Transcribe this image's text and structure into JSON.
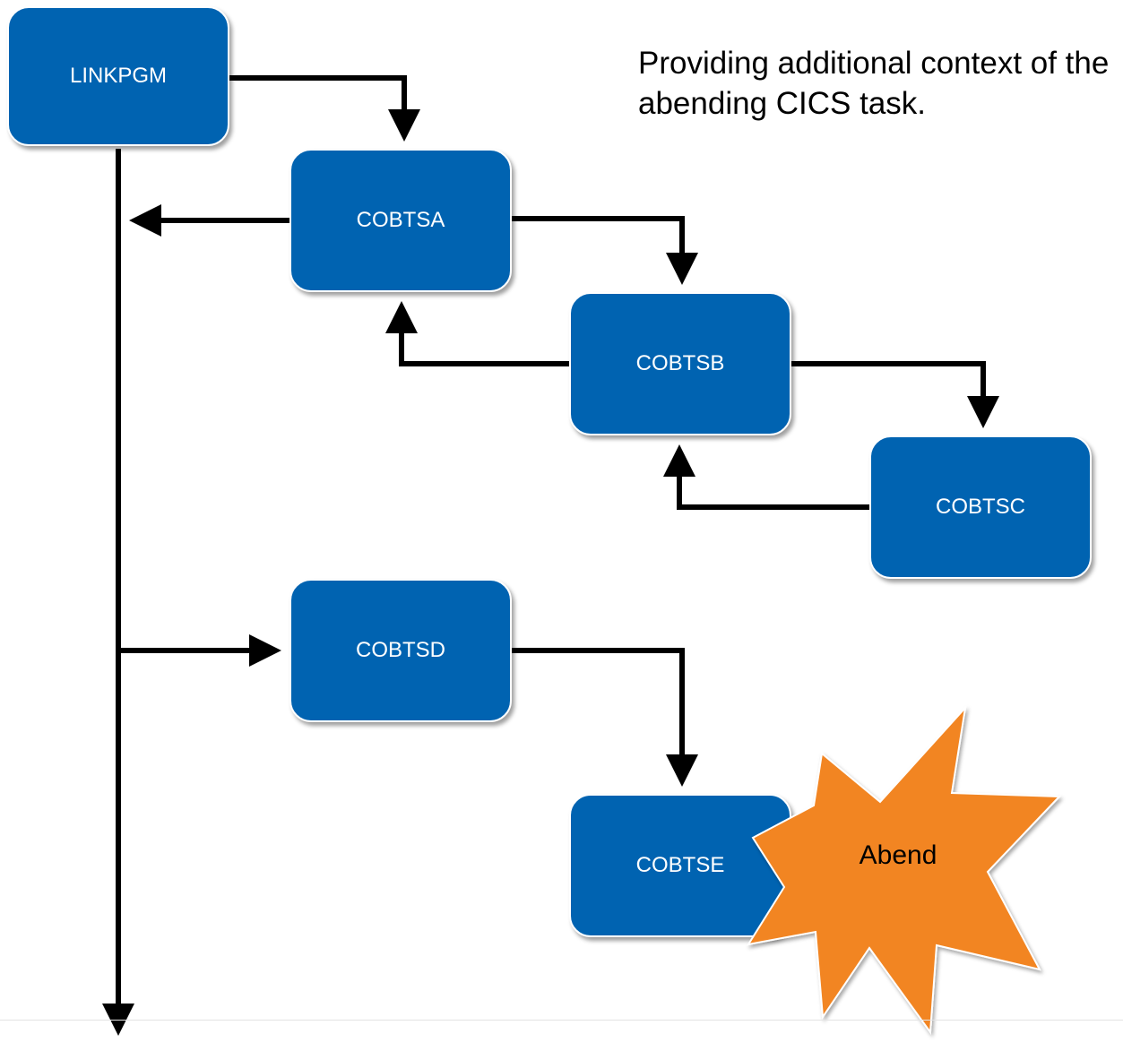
{
  "diagram": {
    "nodes": {
      "linkpgm": "LINKPGM",
      "cobtsa": "COBTSA",
      "cobtsb": "COBTSB",
      "cobtsc": "COBTSC",
      "cobtsd": "COBTSD",
      "cobtse": "COBTSE"
    },
    "abend_label": "Abend",
    "note": "Providing additional context of the abending CICS task."
  },
  "colors": {
    "node_fill": "#0063b1",
    "node_text": "#ffffff",
    "burst_fill": "#f28522",
    "connector": "#000000"
  }
}
